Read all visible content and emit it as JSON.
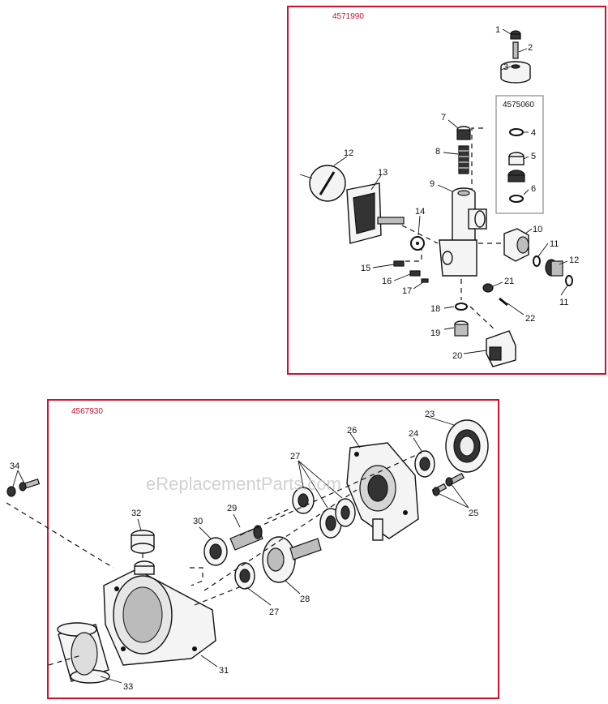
{
  "assemblies": {
    "upper": "4571990",
    "inner": "4575060",
    "lower": "4567930"
  },
  "watermark": "eReplacementParts.com",
  "colors": {
    "frame": "#d0102a",
    "inner_frame": "#888888"
  },
  "callouts": {
    "c1": "1",
    "c2": "2",
    "c3": "3",
    "c4": "4",
    "c5": "5",
    "c6": "6",
    "c7": "7",
    "c8": "8",
    "c9": "9",
    "c10": "10",
    "c11a": "11",
    "c11b": "11",
    "c12a": "12",
    "c12b": "12",
    "c13": "13",
    "c14": "14",
    "c15": "15",
    "c16": "16",
    "c17": "17",
    "c18": "18",
    "c19": "19",
    "c20": "20",
    "c21": "21",
    "c22": "22",
    "c23": "23",
    "c24": "24",
    "c25": "25",
    "c26": "26",
    "c27a": "27",
    "c27b": "27",
    "c28": "28",
    "c29": "29",
    "c30": "30",
    "c31": "31",
    "c32": "32",
    "c33": "33",
    "c34": "34"
  }
}
